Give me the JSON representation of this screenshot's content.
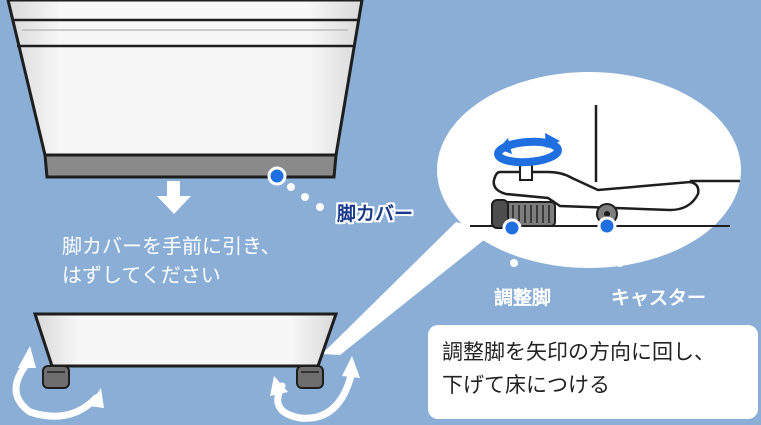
{
  "labels": {
    "leg_cover": "脚カバー",
    "adjuster_foot": "調整脚",
    "caster": "キャスター"
  },
  "instructions": {
    "step1_line1": "脚カバーを手前に引き、",
    "step1_line2": "はずしてください",
    "step2_line1": "調整脚を矢印の方向に回し、",
    "step2_line2": "下げて床につける"
  },
  "colors": {
    "background": "#8aaed6",
    "callout_dot": "#1f6fe0",
    "rotate_arrow": "#1f6fe0",
    "label_text": "#1a3a8a"
  },
  "icons": [
    "down-arrow-icon",
    "rotate-arrow-icon",
    "callout-dot-icon"
  ]
}
